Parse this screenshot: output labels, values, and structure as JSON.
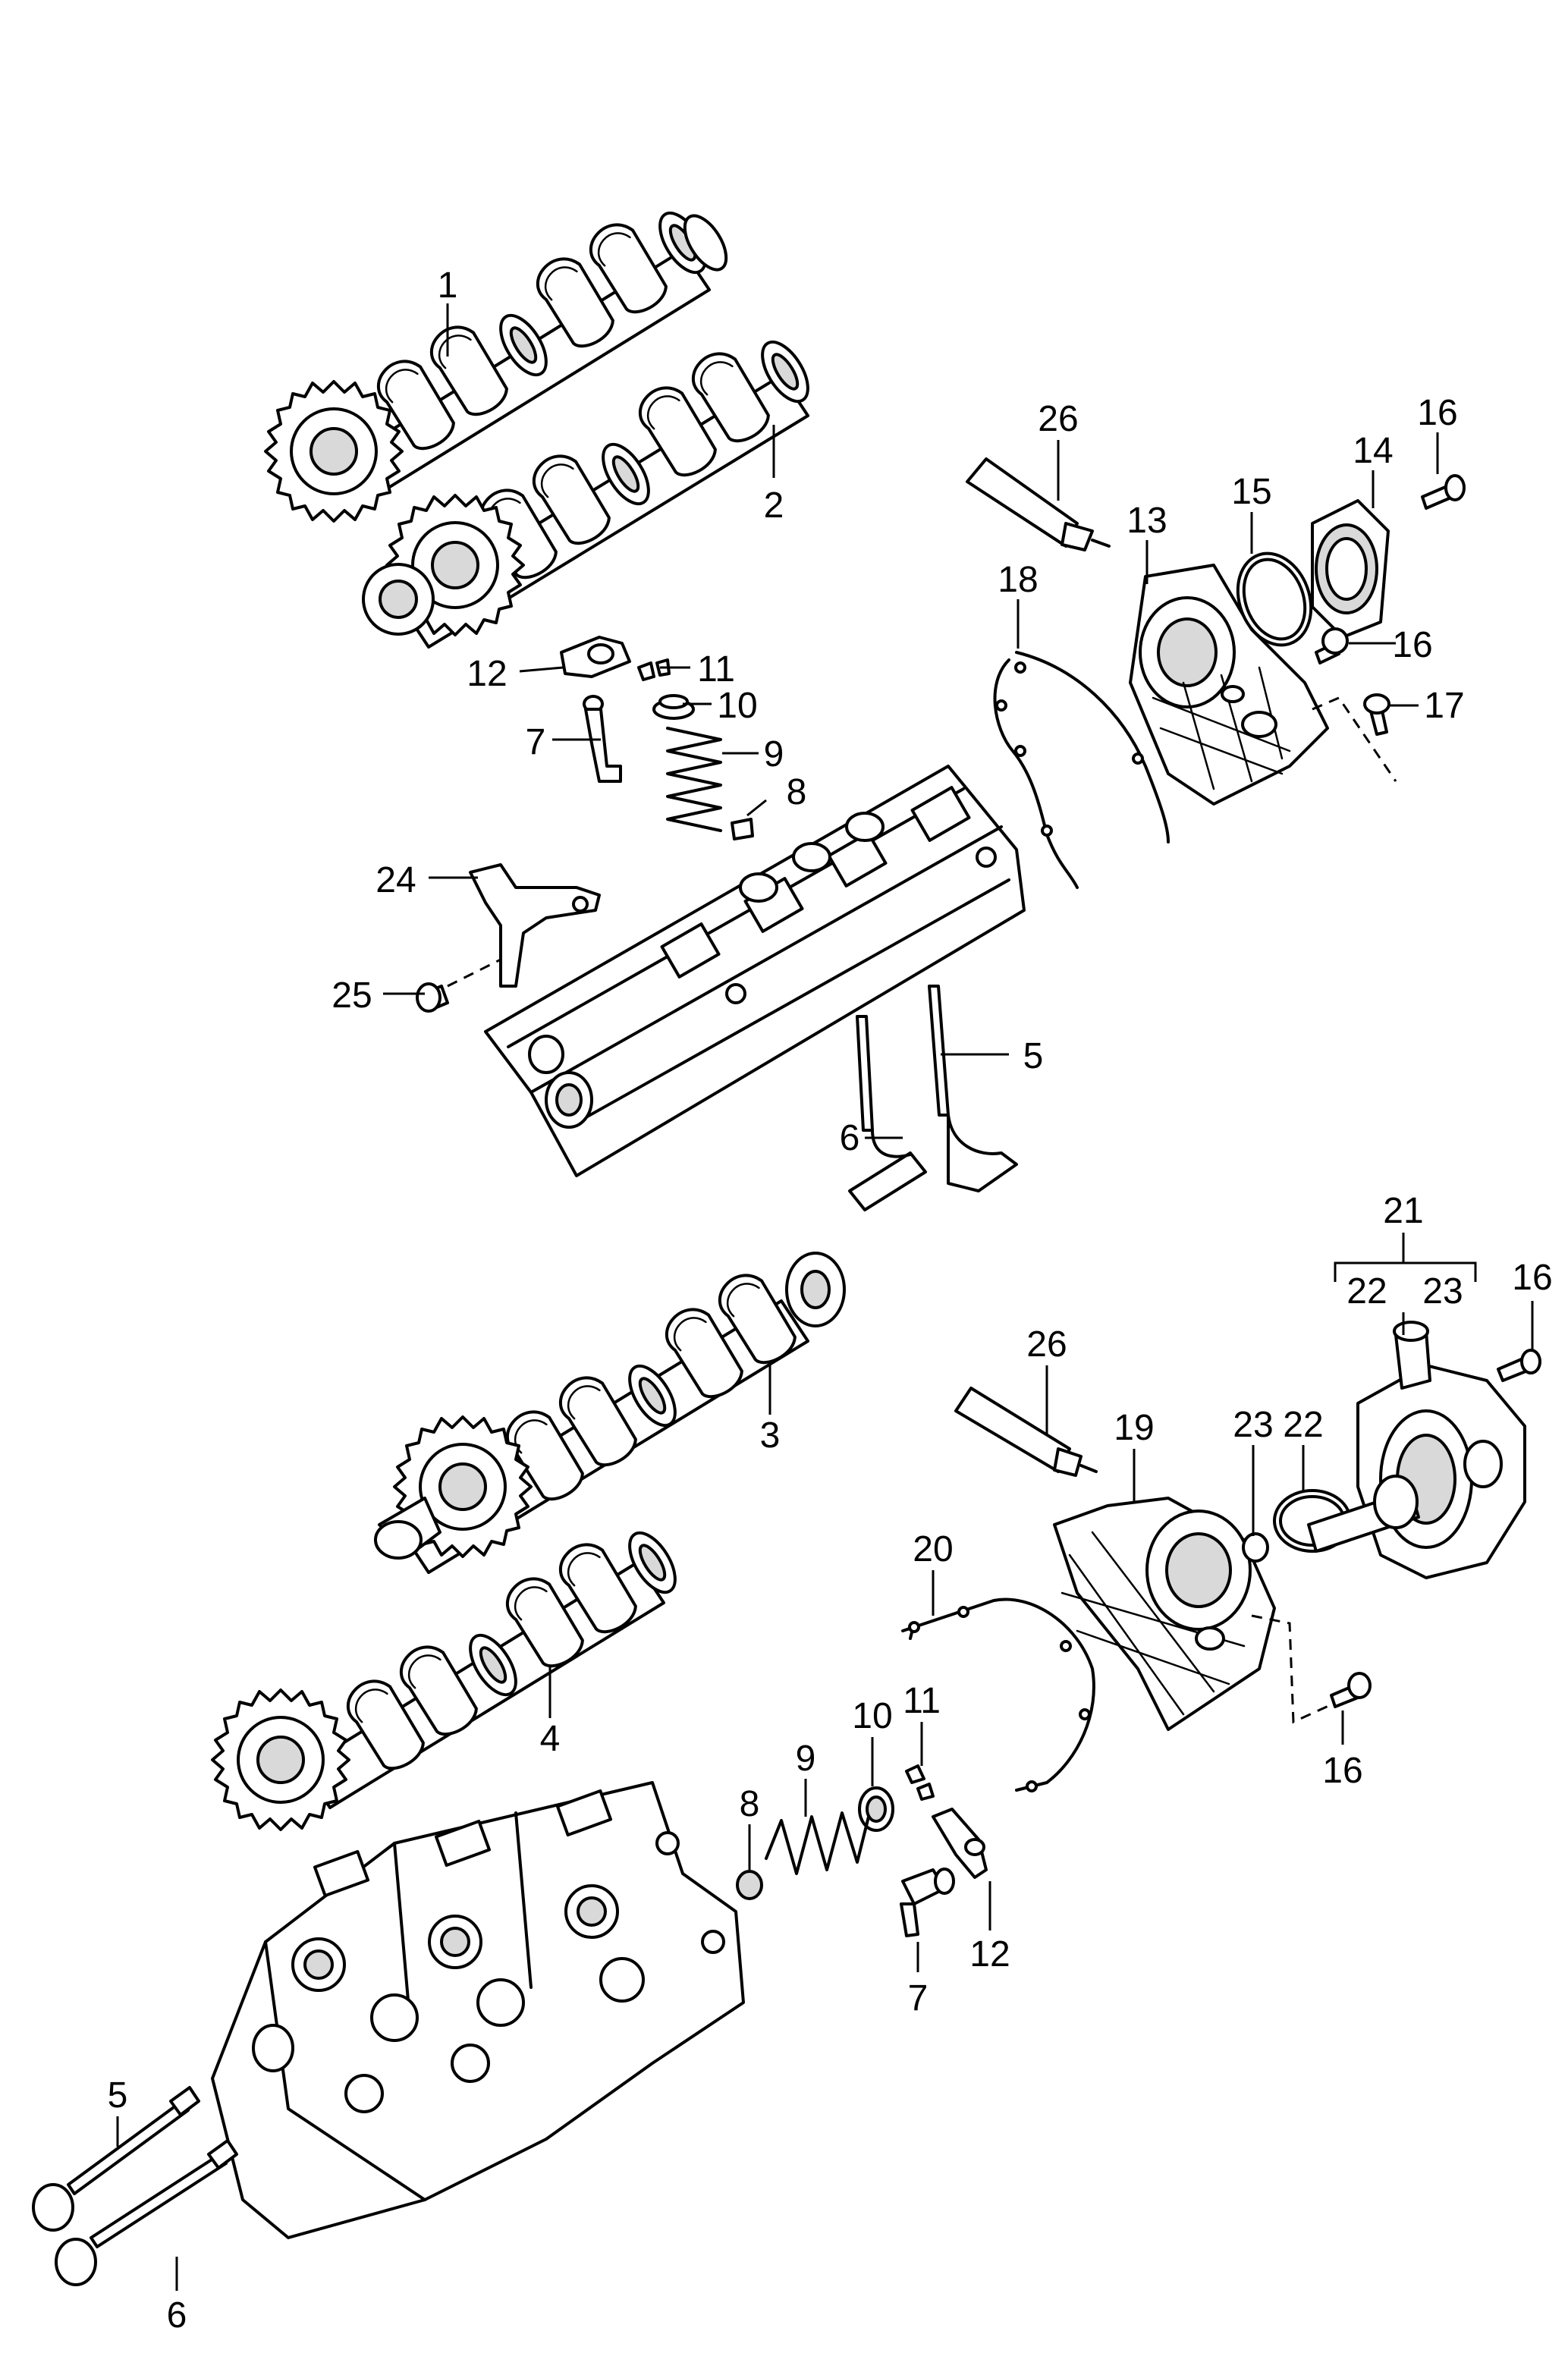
{
  "callouts": [
    {
      "id": "c1",
      "label": "1"
    },
    {
      "id": "c2",
      "label": "2"
    },
    {
      "id": "c26a",
      "label": "26"
    },
    {
      "id": "c13",
      "label": "13"
    },
    {
      "id": "c15",
      "label": "15"
    },
    {
      "id": "c14",
      "label": "14"
    },
    {
      "id": "c16a",
      "label": "16"
    },
    {
      "id": "c16b",
      "label": "16"
    },
    {
      "id": "c17",
      "label": "17"
    },
    {
      "id": "c18",
      "label": "18"
    },
    {
      "id": "c12a",
      "label": "12"
    },
    {
      "id": "c11a",
      "label": "11"
    },
    {
      "id": "c10a",
      "label": "10"
    },
    {
      "id": "c7a",
      "label": "7"
    },
    {
      "id": "c9a",
      "label": "9"
    },
    {
      "id": "c8a",
      "label": "8"
    },
    {
      "id": "c24",
      "label": "24"
    },
    {
      "id": "c25",
      "label": "25"
    },
    {
      "id": "c5a",
      "label": "5"
    },
    {
      "id": "c6a",
      "label": "6"
    },
    {
      "id": "c21",
      "label": "21"
    },
    {
      "id": "c22a",
      "label": "22"
    },
    {
      "id": "c23a",
      "label": "23"
    },
    {
      "id": "c16c",
      "label": "16"
    },
    {
      "id": "c3",
      "label": "3"
    },
    {
      "id": "c26b",
      "label": "26"
    },
    {
      "id": "c19",
      "label": "19"
    },
    {
      "id": "c23b",
      "label": "23"
    },
    {
      "id": "c22b",
      "label": "22"
    },
    {
      "id": "c20",
      "label": "20"
    },
    {
      "id": "c4",
      "label": "4"
    },
    {
      "id": "c11b",
      "label": "11"
    },
    {
      "id": "c10b",
      "label": "10"
    },
    {
      "id": "c9b",
      "label": "9"
    },
    {
      "id": "c8b",
      "label": "8"
    },
    {
      "id": "c16d",
      "label": "16"
    },
    {
      "id": "c12b",
      "label": "12"
    },
    {
      "id": "c7b",
      "label": "7"
    },
    {
      "id": "c5b",
      "label": "5"
    },
    {
      "id": "c6b",
      "label": "6"
    }
  ]
}
